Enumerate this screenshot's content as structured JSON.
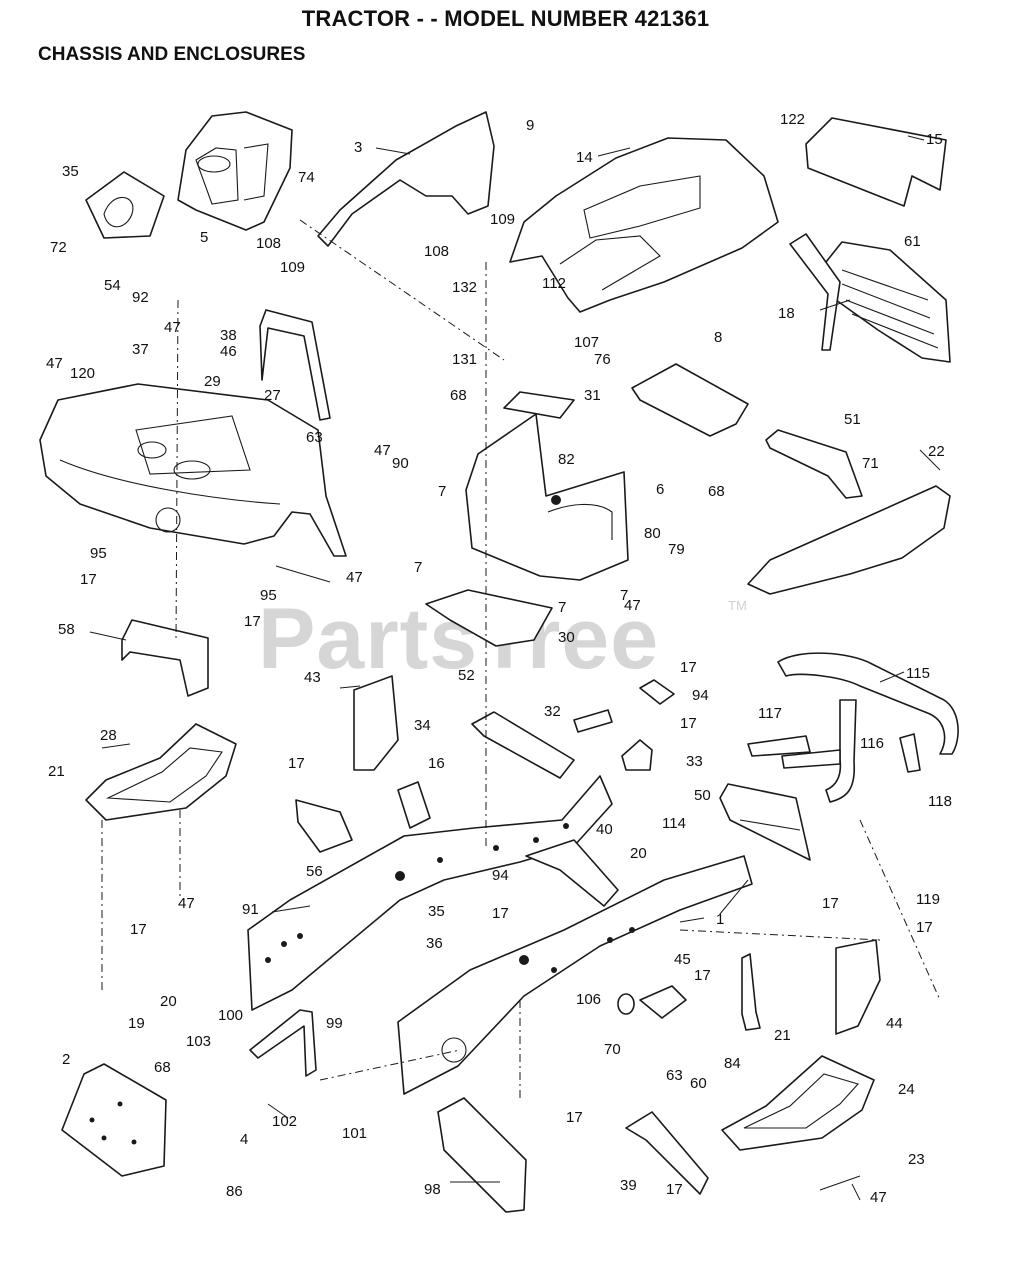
{
  "header": {
    "title": "TRACTOR - - MODEL NUMBER 421361",
    "subtitle": "CHASSIS AND ENCLOSURES"
  },
  "watermark": {
    "text": "PartsTree",
    "tm": "TM"
  },
  "callouts": [
    "1",
    "2",
    "3",
    "4",
    "5",
    "6",
    "7",
    "7",
    "7",
    "7",
    "8",
    "9",
    "14",
    "15",
    "16",
    "17",
    "17",
    "17",
    "17",
    "17",
    "17",
    "17",
    "17",
    "17",
    "17",
    "17",
    "17",
    "18",
    "19",
    "20",
    "20",
    "21",
    "21",
    "22",
    "23",
    "24",
    "27",
    "28",
    "29",
    "30",
    "31",
    "32",
    "33",
    "34",
    "35",
    "35",
    "36",
    "37",
    "38",
    "39",
    "40",
    "43",
    "44",
    "45",
    "46",
    "47",
    "47",
    "47",
    "47",
    "47",
    "47",
    "47",
    "50",
    "51",
    "52",
    "54",
    "56",
    "58",
    "60",
    "61",
    "63",
    "63",
    "68",
    "68",
    "68",
    "70",
    "71",
    "72",
    "74",
    "76",
    "79",
    "80",
    "82",
    "84",
    "86",
    "90",
    "91",
    "92",
    "94",
    "94",
    "95",
    "95",
    "98",
    "99",
    "100",
    "101",
    "102",
    "103",
    "106",
    "107",
    "108",
    "108",
    "109",
    "109",
    "112",
    "114",
    "115",
    "116",
    "117",
    "118",
    "119",
    "120",
    "122",
    "131",
    "132"
  ]
}
